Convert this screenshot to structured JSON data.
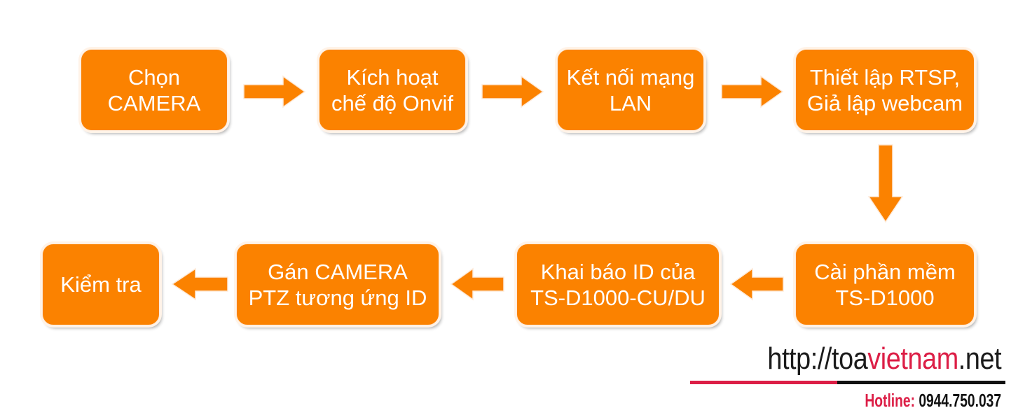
{
  "steps": [
    {
      "id": "chon-camera",
      "label": "Chọn\nCAMERA"
    },
    {
      "id": "kich-hoat-onvif",
      "label": "Kích hoạt\nchế độ Onvif"
    },
    {
      "id": "ket-noi-lan",
      "label": "Kết nối mạng\nLAN"
    },
    {
      "id": "thiet-lap-rtsp",
      "label": "Thiết lập RTSP,\nGiả lập webcam"
    },
    {
      "id": "cai-phan-mem",
      "label": "Cài phần mềm\nTS-D1000"
    },
    {
      "id": "khai-bao-id",
      "label": "Khai báo ID của\nTS-D1000-CU/DU"
    },
    {
      "id": "gan-camera-ptz",
      "label": "Gán CAMERA\nPTZ tương ứng ID"
    },
    {
      "id": "kiem-tra",
      "label": "Kiểm tra"
    }
  ],
  "flow": [
    {
      "from": "chon-camera",
      "to": "kich-hoat-onvif"
    },
    {
      "from": "kich-hoat-onvif",
      "to": "ket-noi-lan"
    },
    {
      "from": "ket-noi-lan",
      "to": "thiet-lap-rtsp"
    },
    {
      "from": "thiet-lap-rtsp",
      "to": "cai-phan-mem"
    },
    {
      "from": "cai-phan-mem",
      "to": "khai-bao-id"
    },
    {
      "from": "khai-bao-id",
      "to": "gan-camera-ptz"
    },
    {
      "from": "gan-camera-ptz",
      "to": "kiem-tra"
    }
  ],
  "branding": {
    "url_prefix": "http://toa",
    "url_highlight": "vietnam",
    "url_suffix": ".net",
    "hotline_label": "Hotline:",
    "hotline_number": "0944.750.037"
  },
  "colors": {
    "box_fill": "#fb8200",
    "box_text": "#ffffff",
    "arrow_fill": "#fb8200",
    "brand_red": "#dc1e46",
    "brand_black": "#1b1b1b"
  }
}
